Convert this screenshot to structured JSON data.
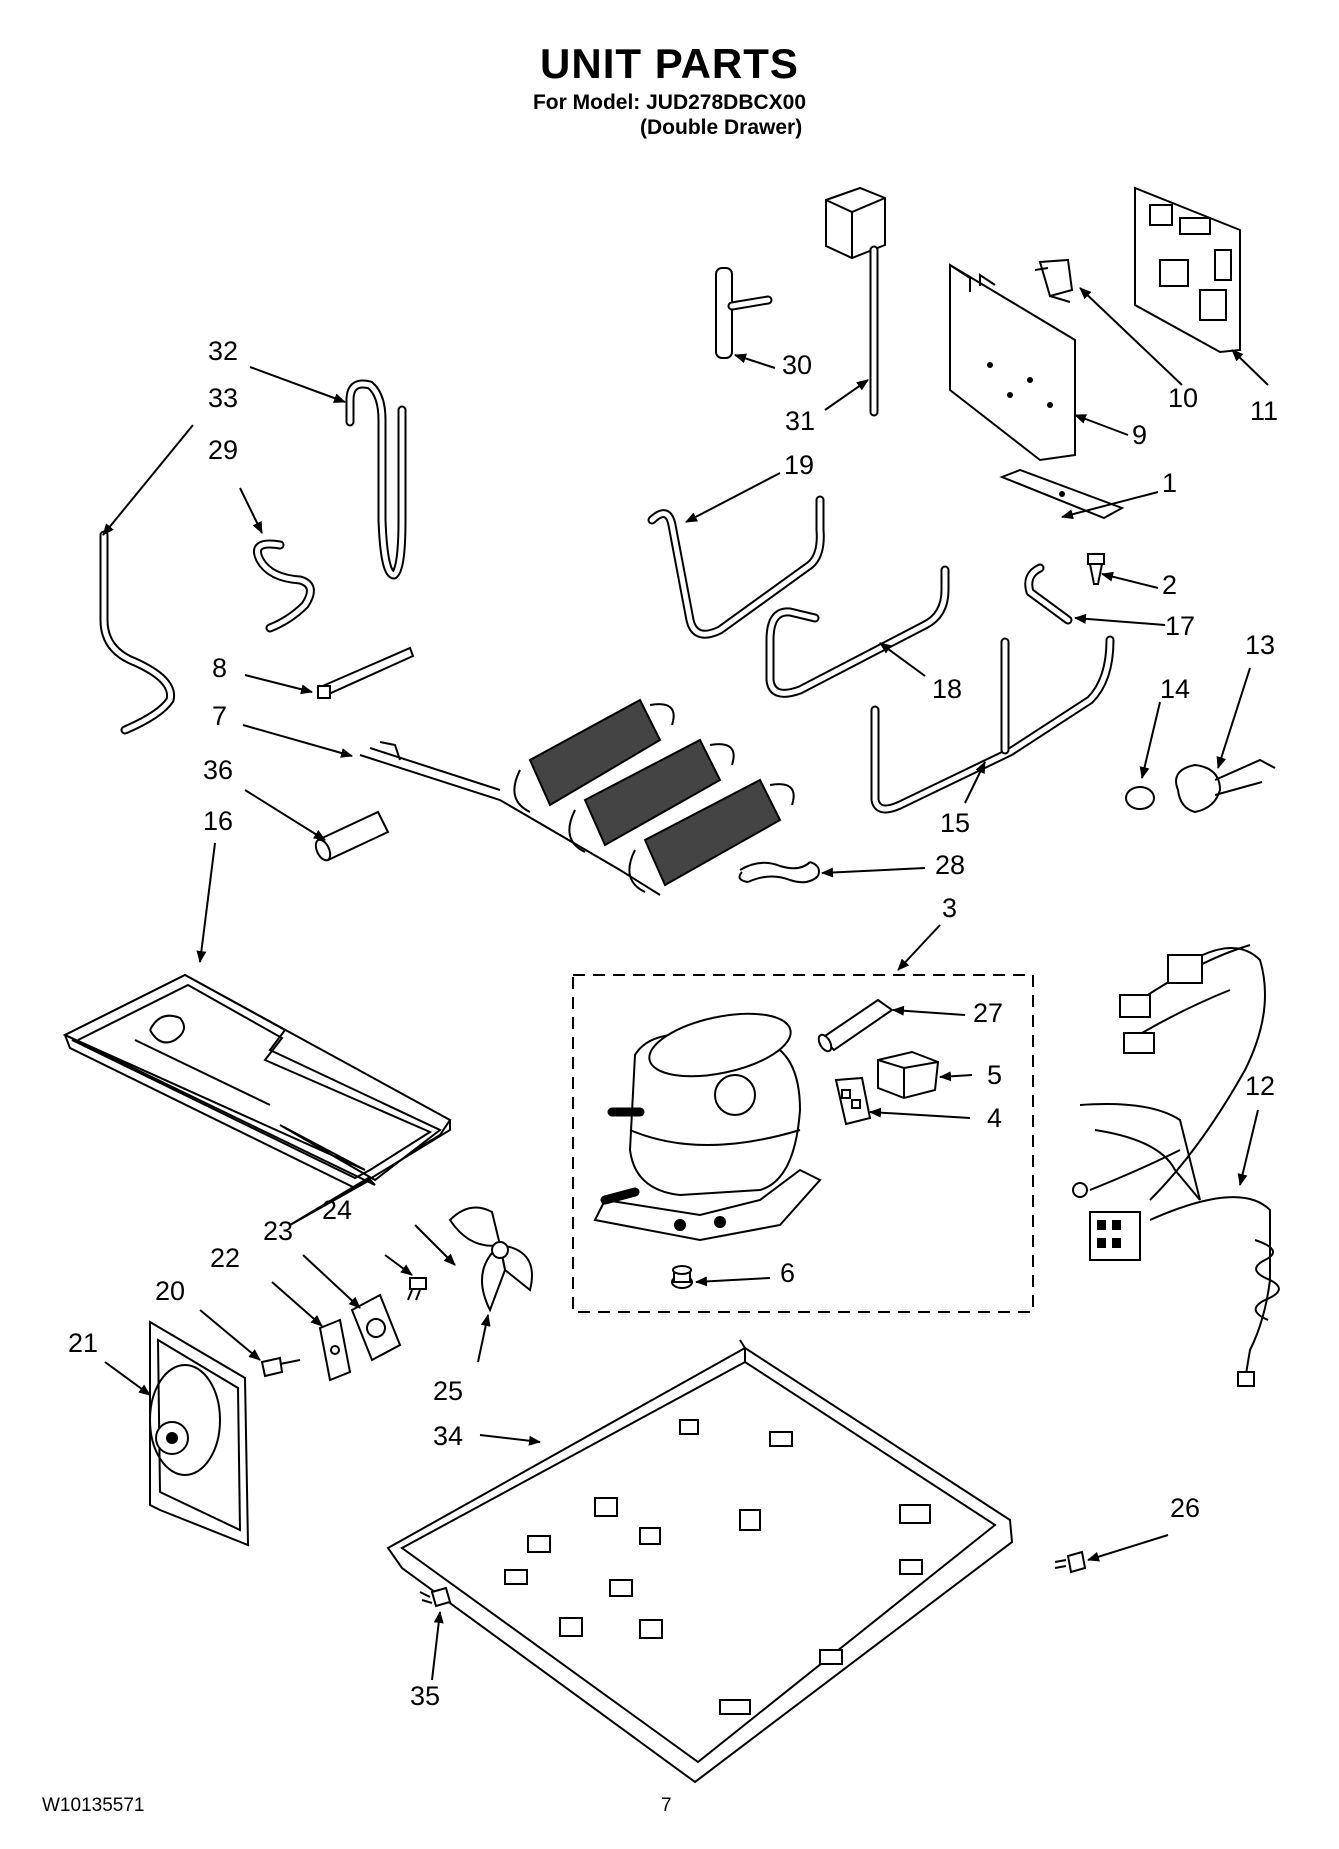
{
  "header": {
    "title": "UNIT PARTS",
    "model_line": "For Model: JUD278DBCX00",
    "variant": "(Double Drawer)"
  },
  "footer": {
    "doc_number": "W10135571",
    "page_number": "7"
  },
  "callouts": {
    "c1": "1",
    "c2": "2",
    "c3": "3",
    "c4": "4",
    "c5": "5",
    "c6": "6",
    "c7": "7",
    "c8": "8",
    "c9": "9",
    "c10": "10",
    "c11": "11",
    "c12": "12",
    "c13": "13",
    "c14": "14",
    "c15": "15",
    "c16": "16",
    "c17": "17",
    "c18": "18",
    "c19": "19",
    "c20": "20",
    "c21": "21",
    "c22": "22",
    "c23": "23",
    "c24": "24",
    "c25": "25",
    "c26": "26",
    "c27": "27",
    "c28": "28",
    "c29": "29",
    "c30": "30",
    "c31": "31",
    "c32": "32",
    "c33": "33",
    "c34": "34",
    "c35": "35",
    "c36": "36"
  }
}
